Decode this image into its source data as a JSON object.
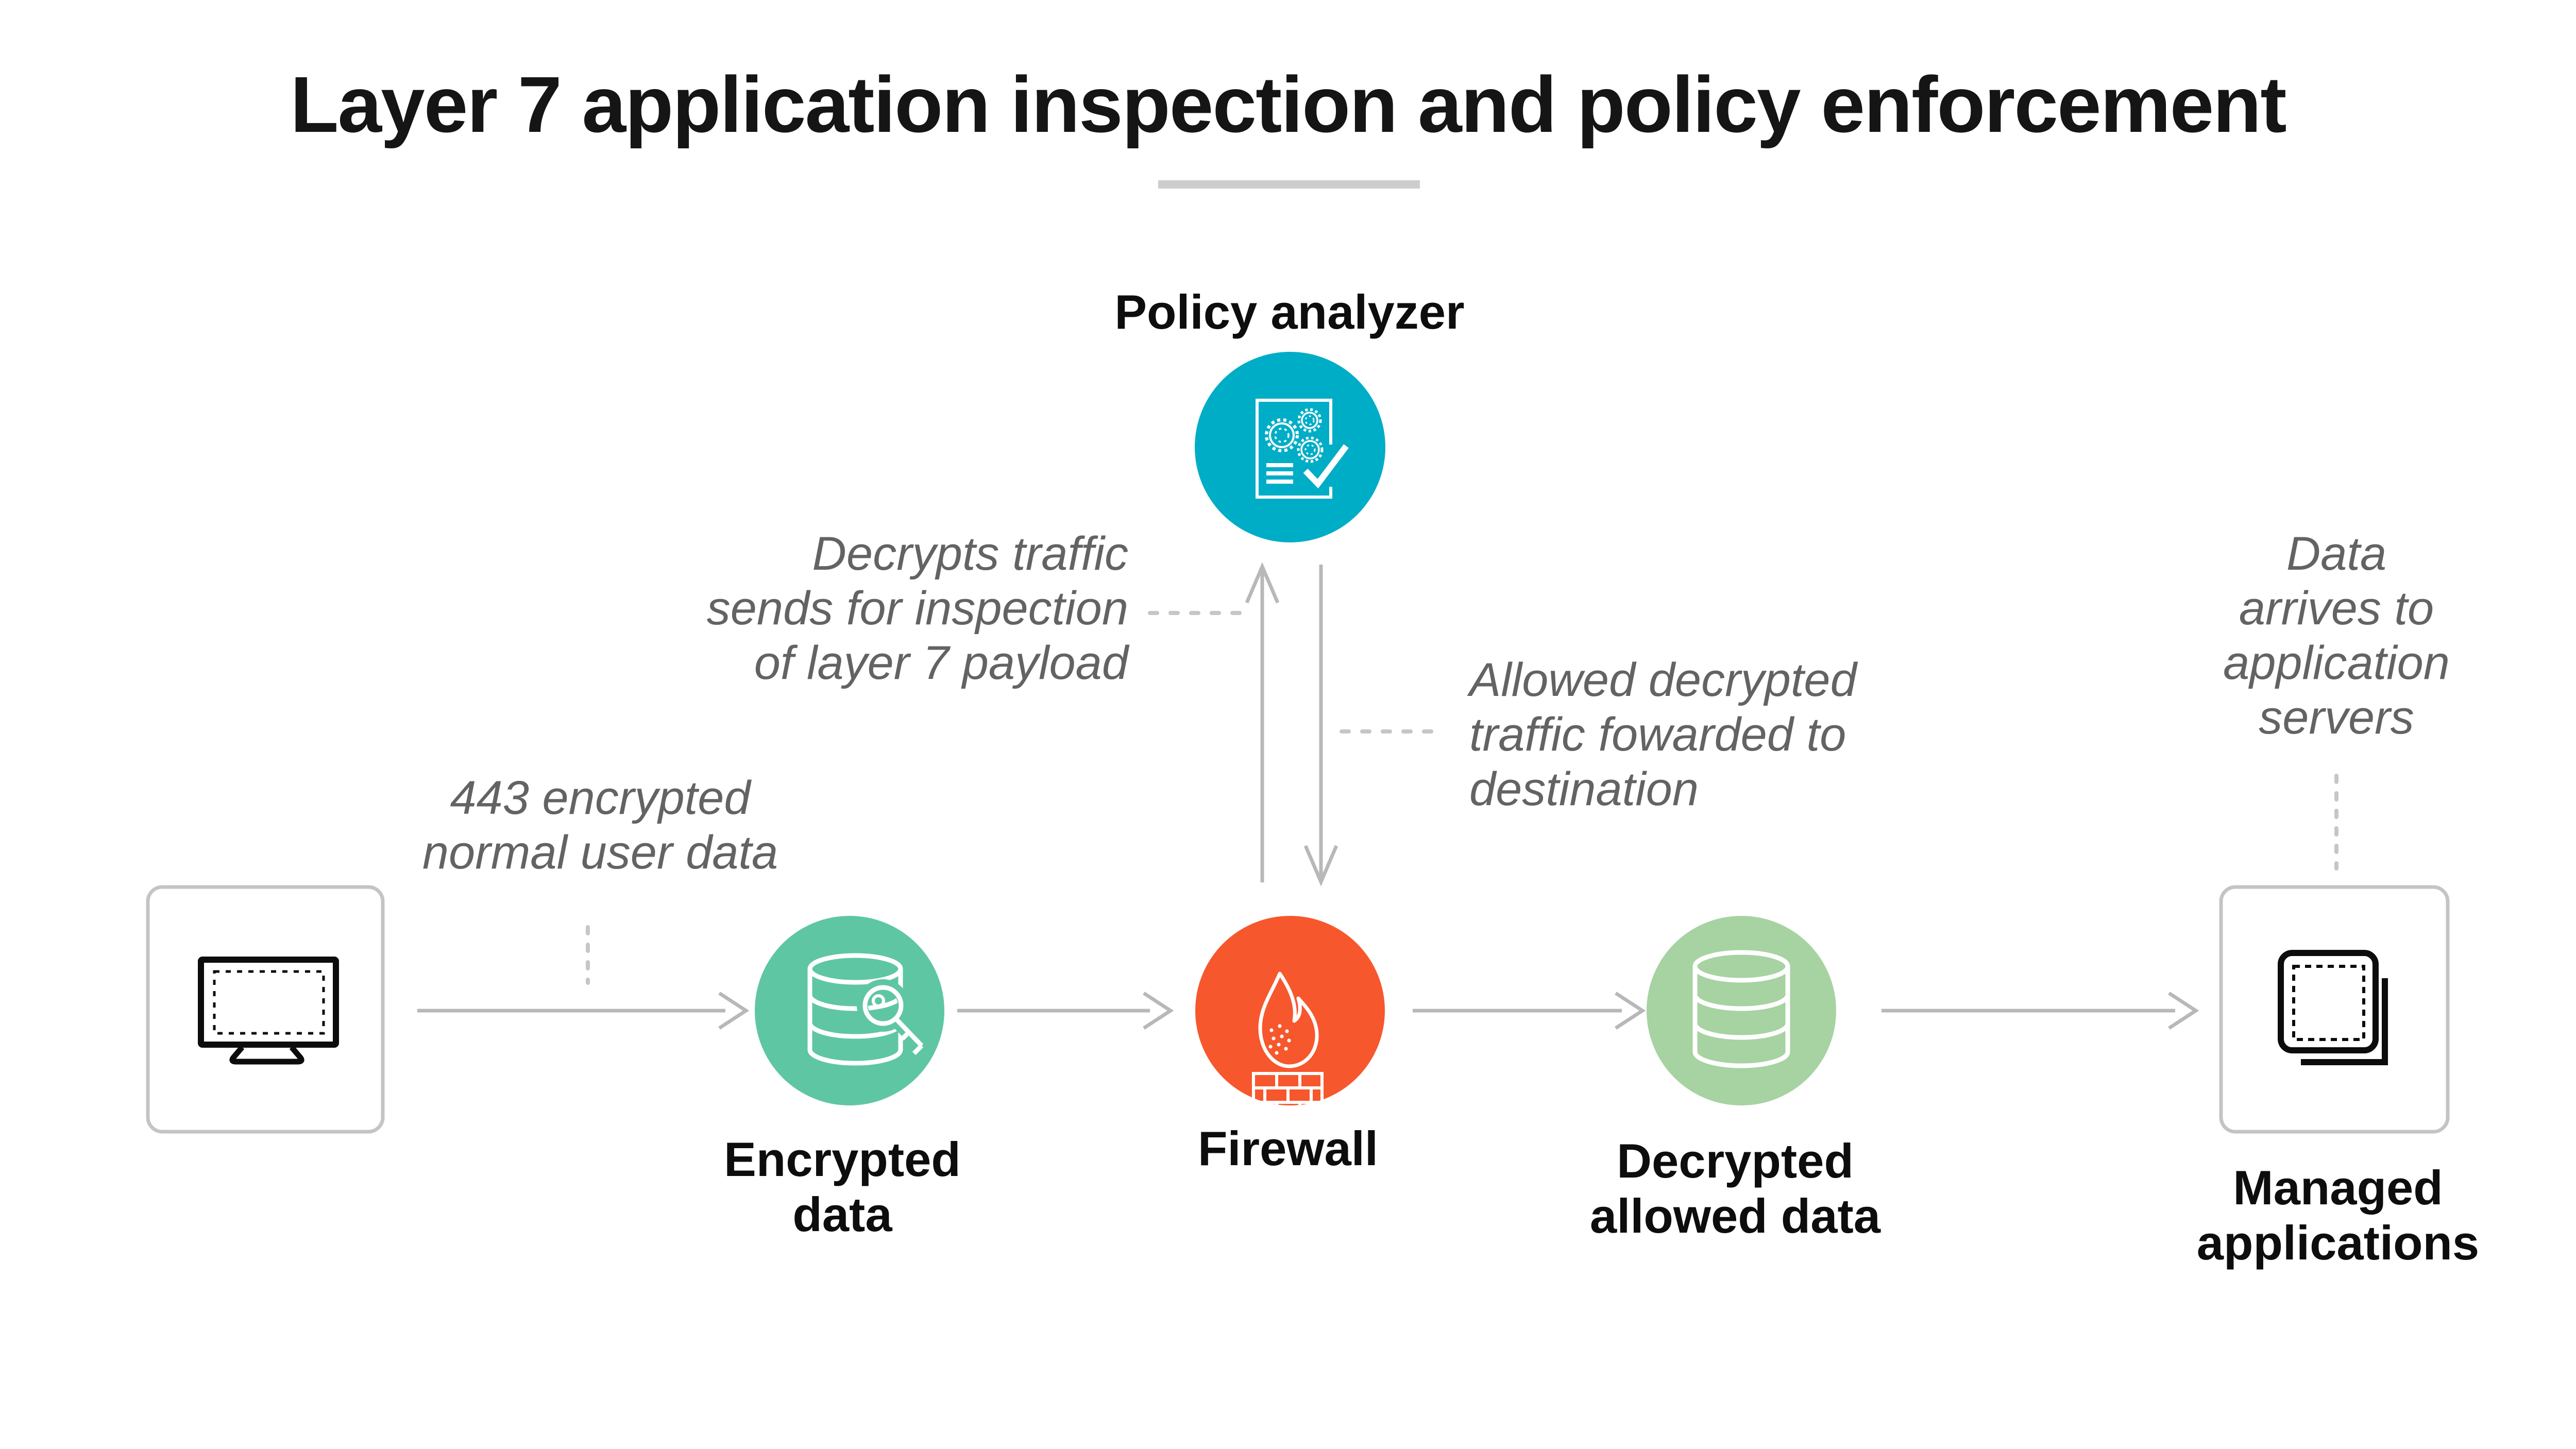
{
  "title": "Layer 7 application inspection and policy enforcement",
  "colors": {
    "policy_teal": "#00adc6",
    "encrypted_green": "#5fc6a4",
    "firewall_orange": "#f7572c",
    "decrypted_green": "#a7d2a2",
    "arrow_gray": "#b8b8b8",
    "dotted_gray": "#c6c6c6",
    "box_border_gray": "#c4c4c4",
    "annotation_gray": "#636363",
    "label_black": "#0d0d0d"
  },
  "nodes": {
    "policy_analyzer": {
      "label": "Policy analyzer"
    },
    "encrypted_data": {
      "lines": [
        "Encrypted",
        "data"
      ]
    },
    "firewall": {
      "label": "Firewall"
    },
    "decrypted_allowed_data": {
      "lines": [
        "Decrypted",
        "allowed data"
      ]
    },
    "managed_applications": {
      "lines": [
        "Managed",
        "applications"
      ]
    }
  },
  "annotations": {
    "encrypted_user_data": {
      "lines": [
        "443 encrypted",
        "normal user data"
      ]
    },
    "decrypts_traffic": {
      "lines": [
        "Decrypts traffic",
        "sends for inspection",
        "of layer 7 payload"
      ]
    },
    "allowed_traffic": {
      "lines": [
        "Allowed decrypted",
        "traffic fowarded to",
        "destination"
      ]
    },
    "data_arrives": {
      "lines": [
        "Data",
        "arrives to",
        "application",
        "servers"
      ]
    }
  }
}
